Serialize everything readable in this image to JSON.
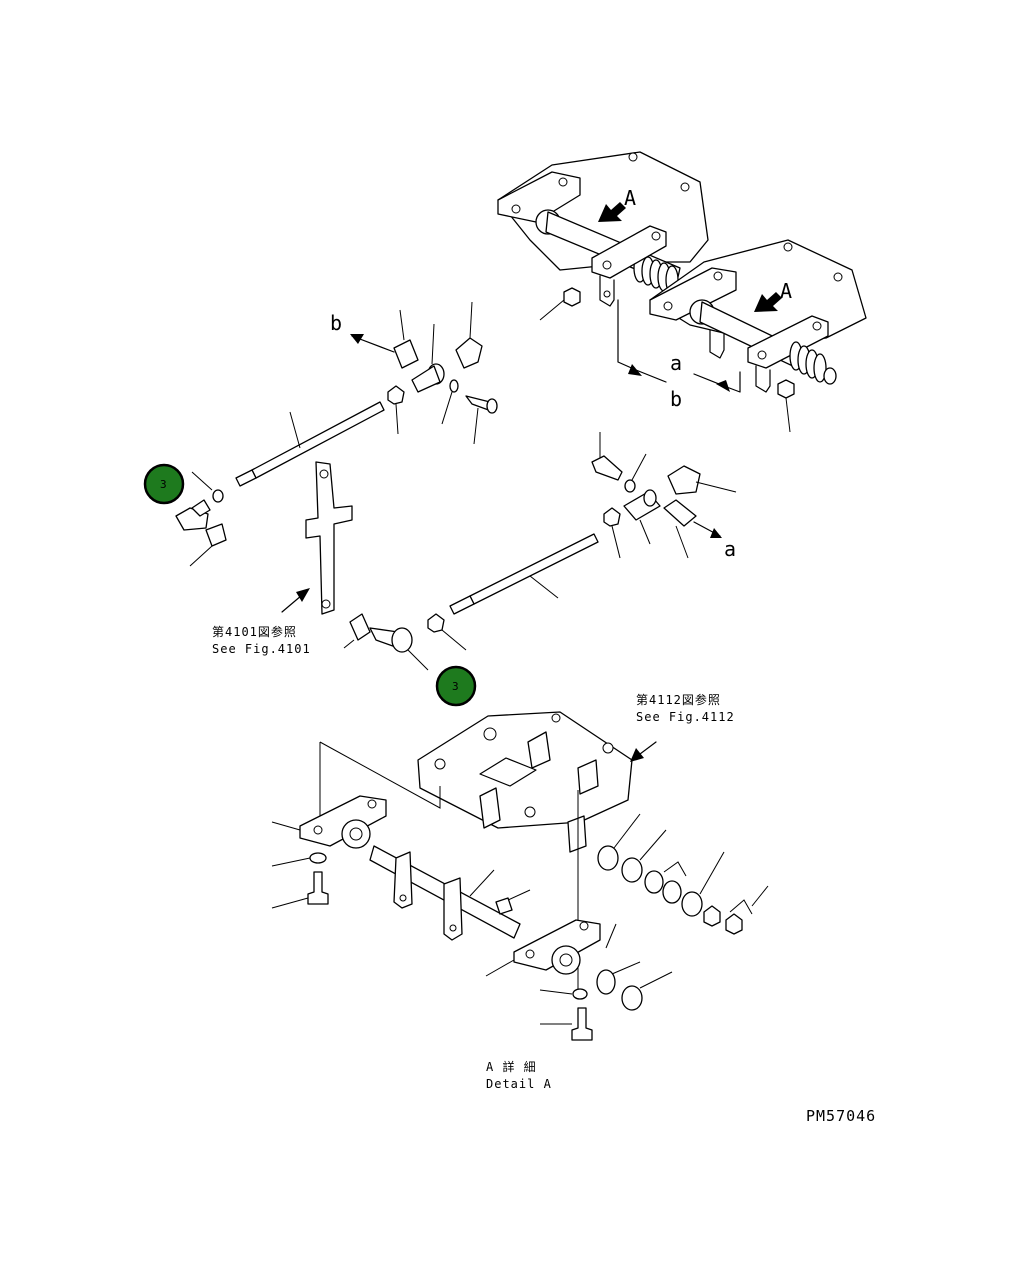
{
  "labels": {
    "view_marker_a_1": "A",
    "view_marker_a_2": "A",
    "ref_a_top": "a",
    "ref_b_top": "b",
    "ref_b_left": "b",
    "ref_a_right": "a"
  },
  "notes": {
    "fig4101_jp": "第4101図参照",
    "fig4101_en": "See Fig.4101",
    "fig4112_jp": "第4112図参照",
    "fig4112_en": "See Fig.4112",
    "detail_jp": "A 詳 細",
    "detail_en": "Detail A",
    "drawing_number": "PM57046"
  },
  "callouts": [
    {
      "number": "3"
    },
    {
      "number": "3"
    }
  ],
  "colors": {
    "callout_fill": "#1e7a1e",
    "line": "#000000",
    "background": "#ffffff"
  }
}
